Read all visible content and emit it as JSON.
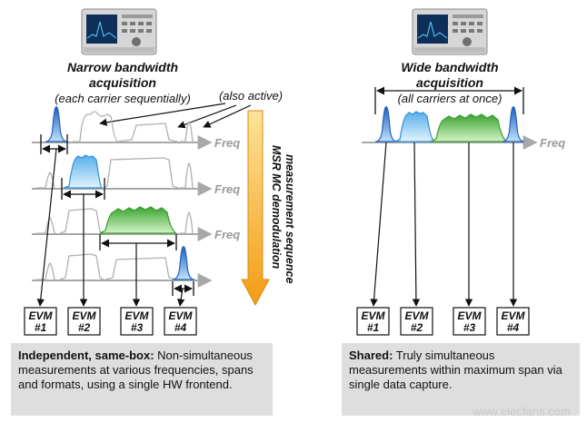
{
  "left": {
    "title": "Narrow bandwidth",
    "title_line2": "acquisition",
    "subtitle": "(each carrier sequentially)",
    "also_active": "(also active)",
    "freq_label": "Freq",
    "vertical_label_line1": "MSR MC demodulation",
    "vertical_label_line2": "measurement sequence",
    "evm": [
      {
        "line1": "EVM",
        "line2": "#1"
      },
      {
        "line1": "EVM",
        "line2": "#2"
      },
      {
        "line1": "EVM",
        "line2": "#3"
      },
      {
        "line1": "EVM",
        "line2": "#4"
      }
    ],
    "caption_bold": "Independent, same-box:",
    "caption_text": " Non-simultaneous measurements at various frequencies, spans and formats,  using a single HW frontend."
  },
  "right": {
    "title": "Wide bandwidth",
    "title_line2": "acquisition",
    "subtitle": "(all carriers at once)",
    "freq_label": "Freq",
    "evm": [
      {
        "line1": "EVM",
        "line2": "#1"
      },
      {
        "line1": "EVM",
        "line2": "#2"
      },
      {
        "line1": "EVM",
        "line2": "#3"
      },
      {
        "line1": "EVM",
        "line2": "#4"
      }
    ],
    "caption_bold": "Shared:",
    "caption_text": "  Truly simultaneous measurements within maximum span via single data capture."
  },
  "watermark": "www.elecfans.com",
  "colors": {
    "blue": "#2f7fd6",
    "light_blue": "#7ec3ef",
    "green": "#5cc04a",
    "arrow_orange": "#f5a623",
    "gray_trace": "#a8a8a8",
    "caption_bg": "#dedede"
  }
}
